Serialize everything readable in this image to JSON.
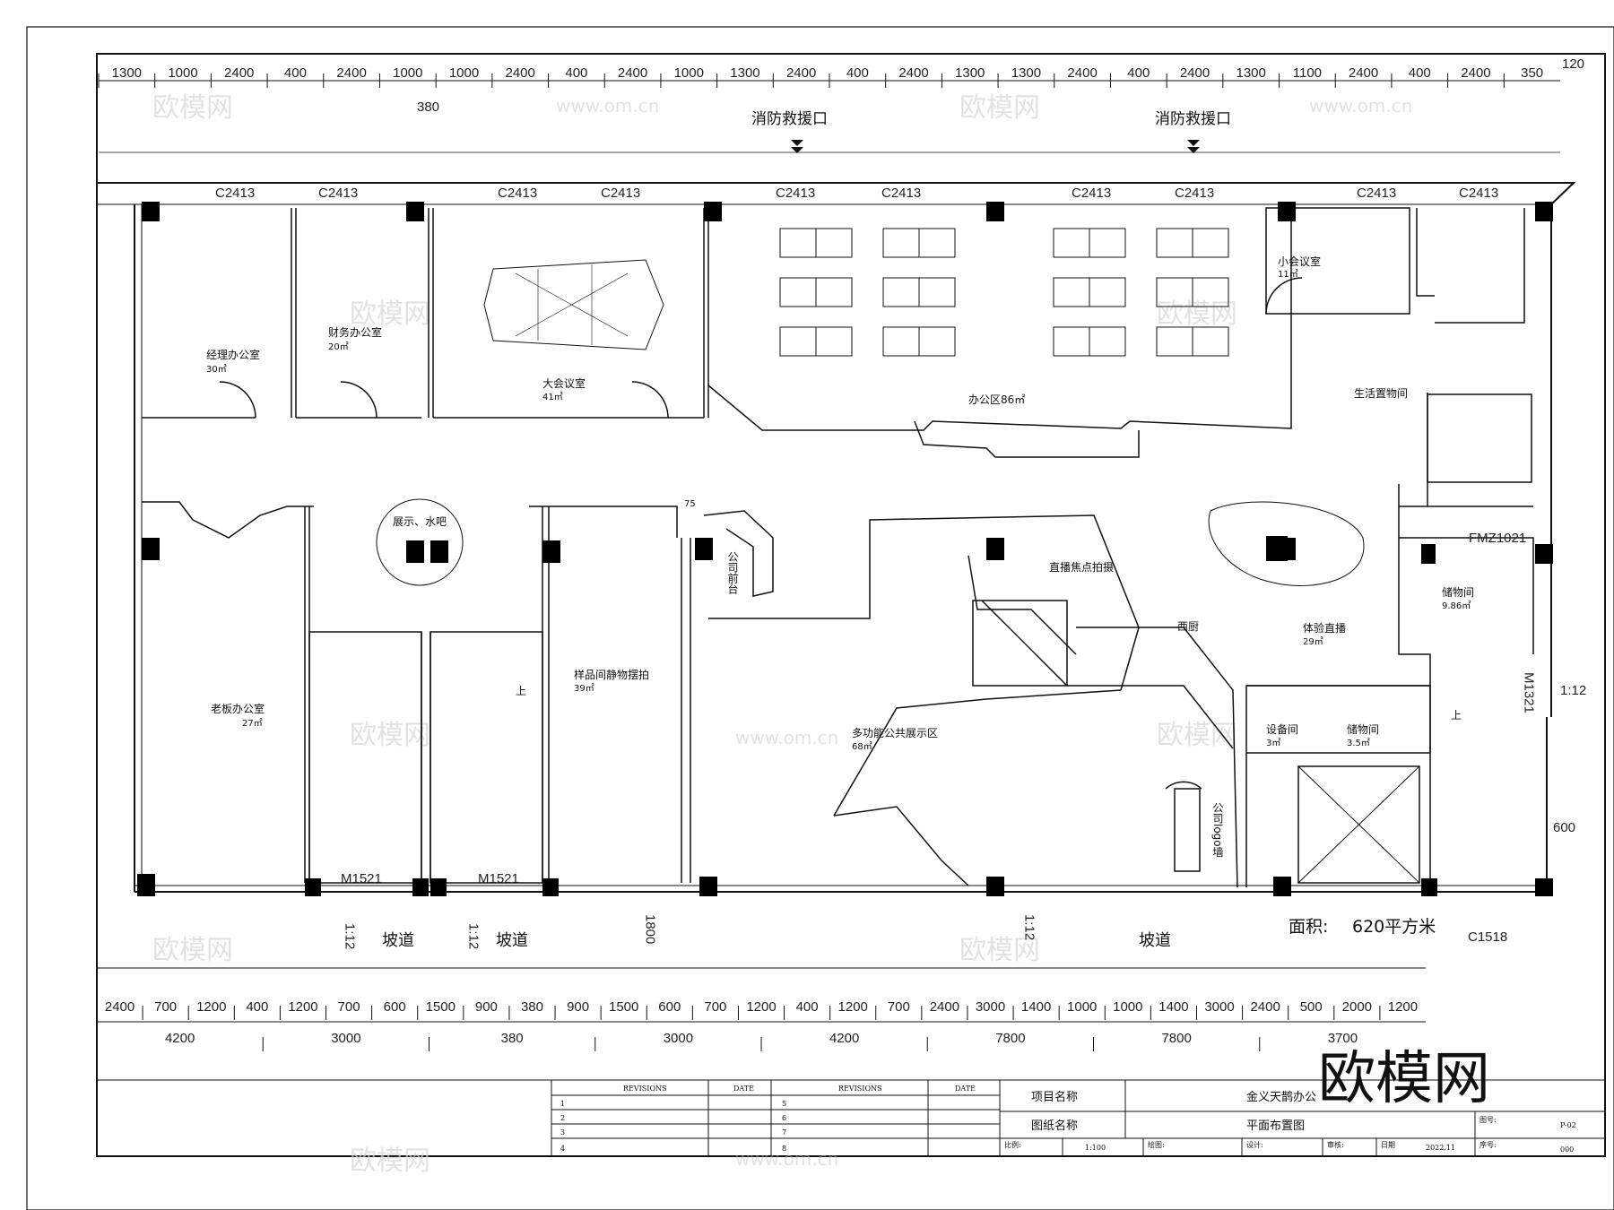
{
  "top_dims": [
    "1300",
    "1000",
    "2400",
    "400",
    "2400",
    "1000",
    "1000",
    "2400",
    "400",
    "2400",
    "1000",
    "1300",
    "2400",
    "400",
    "2400",
    "1300",
    "1300",
    "2400",
    "400",
    "2400",
    "1300",
    "1100",
    "2400",
    "400",
    "2400",
    "350"
  ],
  "top_extra": {
    "right": "120",
    "left_vertical": "380"
  },
  "fire_rescue": [
    "消防救援口",
    "消防救援口"
  ],
  "windows": [
    "C2413",
    "C2413",
    "C2413",
    "C2413",
    "C2413",
    "C2413",
    "C2413",
    "C2413",
    "C2413",
    "C2413"
  ],
  "rooms": [
    {
      "name": "经理办公室",
      "area": "30㎡"
    },
    {
      "name": "财务办公室",
      "area": "20㎡"
    },
    {
      "name": "大会议室",
      "area": "41㎡"
    },
    {
      "name": "办公区86㎡",
      "area": ""
    },
    {
      "name": "小会议室",
      "area": "11㎡"
    },
    {
      "name": "生活置物间",
      "area": ""
    },
    {
      "name": "展示、水吧",
      "area": ""
    },
    {
      "name": "公司前台",
      "area": ""
    },
    {
      "name": "直播焦点拍摄",
      "area": ""
    },
    {
      "name": "体验直播",
      "area": "29㎡"
    },
    {
      "name": "储物间",
      "area": "9.86㎡"
    },
    {
      "name": "老板办公室",
      "area": "27㎡"
    },
    {
      "name": "样品间静物摆拍",
      "area": "39㎡"
    },
    {
      "name": "多功能公共展示区",
      "area": "68㎡"
    },
    {
      "name": "西厨",
      "area": ""
    },
    {
      "name": "设备间",
      "area": "3㎡"
    },
    {
      "name": "储物间",
      "area": "3.5㎡"
    },
    {
      "name": "公司logo墙",
      "area": ""
    }
  ],
  "labels": {
    "fmz": "FMZ1021",
    "m1321": "M1321",
    "m1521a": "M1521",
    "m1521b": "M1521",
    "c1518": "C1518",
    "ramp1": "坡道",
    "ramp2": "坡道",
    "ramp3": "坡道",
    "slope": "1:12",
    "area_total_label": "面积:",
    "area_total_value": "620平方米",
    "dim_600": "600",
    "dim_1800": "1800",
    "dim_75": "75",
    "up": "上"
  },
  "bottom_dims_1": [
    "2400",
    "700",
    "1200",
    "400",
    "1200",
    "700",
    "600",
    "1500",
    "900",
    "380",
    "900",
    "1500",
    "600",
    "700",
    "1200",
    "400",
    "1200",
    "700",
    "2400",
    "3000",
    "1400",
    "1000",
    "1000",
    "1400",
    "3000",
    "2400",
    "500",
    "2000",
    "1200"
  ],
  "bottom_dims_2": [
    "4200",
    "3000",
    "380",
    "3000",
    "4200",
    "7800",
    "7800",
    "3700"
  ],
  "title_block": {
    "revisions_header": [
      "REVISIONS",
      "DATE",
      "REVISIONS",
      "DATE"
    ],
    "rev_numbers": [
      "1",
      "2",
      "3",
      "4",
      "5",
      "6",
      "7",
      "8"
    ],
    "project_label": "项目名称",
    "project_value": "金义天鹊办公",
    "drawing_label": "图纸名称",
    "drawing_value": "平面布置图",
    "scale_label": "比例:",
    "scale_value": "1:100",
    "draw_label": "绘图:",
    "design_label": "设计:",
    "check_label": "审核:",
    "date_label": "日期",
    "date_value": "2022.11",
    "sheet_label": "图号:",
    "sheet_value": "P-02",
    "seq_label": "序号:",
    "seq_value": "000"
  },
  "watermarks": [
    "欧模网",
    "www.om.cn"
  ],
  "brand": "欧模网",
  "colors": {
    "line": "#111111",
    "pillar": "#000000",
    "watermark": "#d6d6d6"
  }
}
